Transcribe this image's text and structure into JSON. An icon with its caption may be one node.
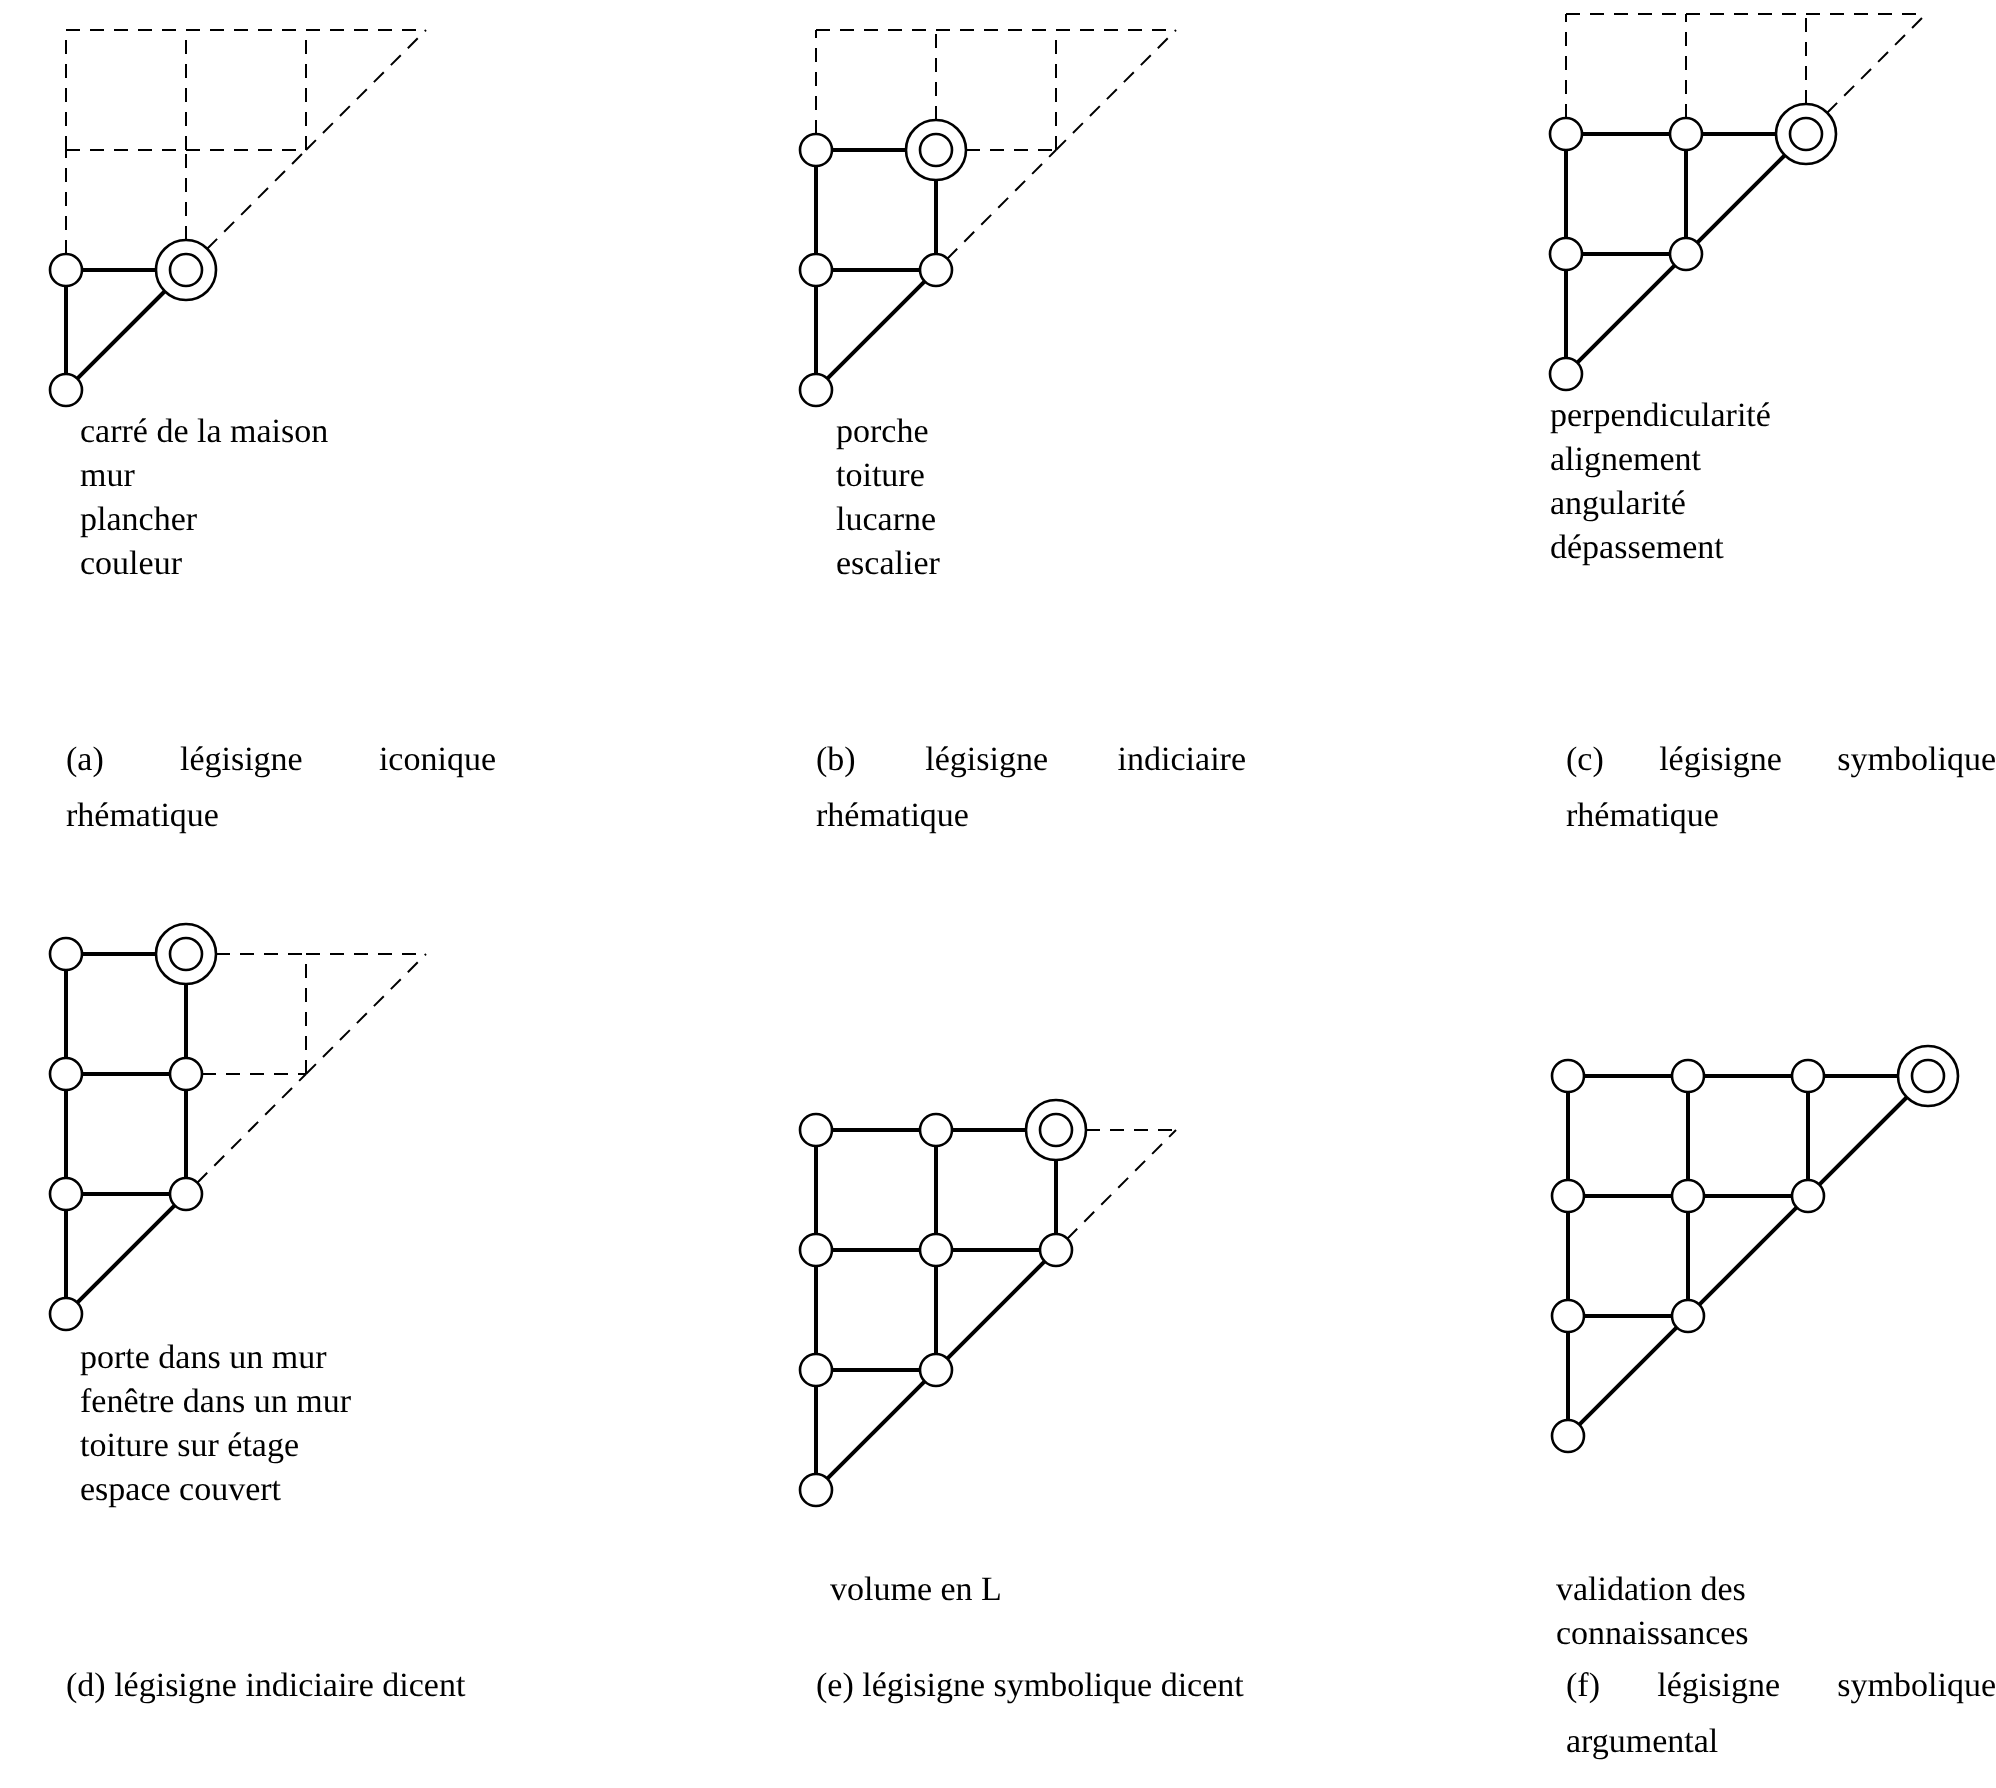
{
  "diagram": {
    "nodes": [
      {
        "text": [],
        "shape": "circle"
      },
      {
        "text": [],
        "shape": "circle"
      },
      {
        "text": [],
        "shape": "circle"
      },
      {
        "text": [],
        "shape": "circle"
      },
      {
        "text": [],
        "shape": "circle"
      },
      {
        "text": [],
        "shape": "circle"
      },
      {
        "text": [],
        "shape": "circle"
      },
      {
        "text": [],
        "shape": "circle"
      },
      {
        "text": [],
        "shape": "circle"
      },
      {
        "text": [],
        "shape": "circle"
      },
      {
        "text": [],
        "shape": "circle"
      },
      {
        "text": [],
        "shape": "circle"
      },
      {
        "text": [],
        "shape": "circle"
      },
      {
        "text": [],
        "shape": "circle"
      },
      {
        "text": [],
        "shape": "circle"
      },
      {
        "text": [],
        "shape": "circle"
      },
      {
        "text": [],
        "shape": "circle"
      },
      {
        "text": [],
        "shape": "circle"
      },
      {
        "text": [],
        "shape": "circle"
      },
      {
        "text": [],
        "shape": "circle"
      },
      {
        "text": [],
        "shape": "circle"
      },
      {
        "text": [],
        "shape": "circle"
      },
      {
        "text": [],
        "shape": "circle"
      },
      {
        "text": [],
        "shape": "circle"
      },
      {
        "text": [],
        "shape": "circle"
      },
      {
        "text": [],
        "shape": "circle"
      },
      {
        "text": [],
        "shape": "circle"
      },
      {
        "text": [],
        "shape": "circle"
      },
      {
        "text": [],
        "shape": "circle"
      },
      {
        "text": [],
        "shape": "circle"
      },
      {
        "text": [],
        "shape": "circle"
      },
      {
        "text": [],
        "shape": "circle"
      },
      {
        "text": [],
        "shape": "circle"
      },
      {
        "text": [],
        "shape": "circle"
      },
      {
        "text": [],
        "shape": "circle"
      },
      {
        "text": [],
        "shape": "circle"
      },
      {
        "text": [],
        "shape": "circle"
      },
      {
        "text": [],
        "shape": "circle"
      },
      {
        "text": [],
        "shape": "circle"
      },
      {
        "text": [],
        "shape": "circle"
      }
    ],
    "edges": [
      {
        "from": 0,
        "to": 1,
        "arrow": "none"
      },
      {
        "from": 2,
        "to": 0,
        "arrow": "none"
      },
      {
        "from": 2,
        "to": 1,
        "arrow": "none"
      },
      {
        "from": 3,
        "to": 4,
        "arrow": "none"
      },
      {
        "from": 5,
        "to": 6,
        "arrow": "none"
      },
      {
        "from": 5,
        "to": 3,
        "arrow": "none"
      },
      {
        "from": 6,
        "to": 4,
        "arrow": "none"
      },
      {
        "from": 7,
        "to": 5,
        "arrow": "none"
      },
      {
        "from": 7,
        "to": 6,
        "arrow": "none"
      },
      {
        "from": 8,
        "to": 9,
        "arrow": "none"
      },
      {
        "from": 9,
        "to": 10,
        "arrow": "none"
      },
      {
        "from": 11,
        "to": 12,
        "arrow": "none"
      },
      {
        "from": 11,
        "to": 8,
        "arrow": "none"
      },
      {
        "from": 12,
        "to": 9,
        "arrow": "none"
      },
      {
        "from": 13,
        "to": 11,
        "arrow": "none"
      },
      {
        "from": 13,
        "to": 12,
        "arrow": "none"
      },
      {
        "from": 12,
        "to": 10,
        "arrow": "none"
      },
      {
        "from": 14,
        "to": 15,
        "arrow": "none"
      },
      {
        "from": 16,
        "to": 17,
        "arrow": "none"
      },
      {
        "from": 18,
        "to": 19,
        "arrow": "none"
      },
      {
        "from": 16,
        "to": 14,
        "arrow": "none"
      },
      {
        "from": 17,
        "to": 15,
        "arrow": "none"
      },
      {
        "from": 18,
        "to": 16,
        "arrow": "none"
      },
      {
        "from": 19,
        "to": 17,
        "arrow": "none"
      },
      {
        "from": 20,
        "to": 18,
        "arrow": "none"
      },
      {
        "from": 20,
        "to": 19,
        "arrow": "none"
      },
      {
        "from": 21,
        "to": 22,
        "arrow": "none"
      },
      {
        "from": 22,
        "to": 23,
        "arrow": "none"
      },
      {
        "from": 24,
        "to": 25,
        "arrow": "none"
      },
      {
        "from": 25,
        "to": 26,
        "arrow": "none"
      },
      {
        "from": 27,
        "to": 28,
        "arrow": "none"
      },
      {
        "from": 24,
        "to": 21,
        "arrow": "none"
      },
      {
        "from": 25,
        "to": 22,
        "arrow": "none"
      },
      {
        "from": 26,
        "to": 23,
        "arrow": "none"
      },
      {
        "from": 27,
        "to": 24,
        "arrow": "none"
      },
      {
        "from": 28,
        "to": 25,
        "arrow": "none"
      },
      {
        "from": 29,
        "to": 27,
        "arrow": "none"
      },
      {
        "from": 29,
        "to": 28,
        "arrow": "none"
      },
      {
        "from": 28,
        "to": 26,
        "arrow": "none"
      },
      {
        "from": 30,
        "to": 31,
        "arrow": "none"
      },
      {
        "from": 31,
        "to": 32,
        "arrow": "none"
      },
      {
        "from": 32,
        "to": 33,
        "arrow": "none"
      },
      {
        "from": 34,
        "to": 35,
        "arrow": "none"
      },
      {
        "from": 35,
        "to": 36,
        "arrow": "none"
      },
      {
        "from": 37,
        "to": 38,
        "arrow": "none"
      },
      {
        "from": 34,
        "to": 30,
        "arrow": "none"
      },
      {
        "from": 35,
        "to": 31,
        "arrow": "none"
      },
      {
        "from": 36,
        "to": 32,
        "arrow": "none"
      },
      {
        "from": 37,
        "to": 34,
        "arrow": "none"
      },
      {
        "from": 38,
        "to": 35,
        "arrow": "none"
      },
      {
        "from": 39,
        "to": 37,
        "arrow": "none"
      },
      {
        "from": 39,
        "to": 38,
        "arrow": "none"
      },
      {
        "from": 38,
        "to": 36,
        "arrow": "none"
      },
      {
        "from": 36,
        "to": 33,
        "arrow": "none"
      }
    ],
    "labels": [
      "carré de la maison",
      "mur",
      "plancher",
      "couleur",
      "porche",
      "toiture",
      "lucarne",
      "escalier",
      "perpendicularité",
      "alignement",
      "angularité",
      "dépassement",
      "(a) légisigne iconique rhématique",
      "(b) légisigne indiciaire rhématique",
      "(c) légisigne symbolique rhématique",
      "porte dans un mur",
      "fenêtre dans un mur",
      "toiture sur étage",
      "espace couvert",
      "volume en L",
      "validation des connaissances",
      "(d) légisigne indiciaire dicent",
      "(e) légisigne symbolique dicent",
      "(f) légisigne symbolique argumental"
    ]
  }
}
